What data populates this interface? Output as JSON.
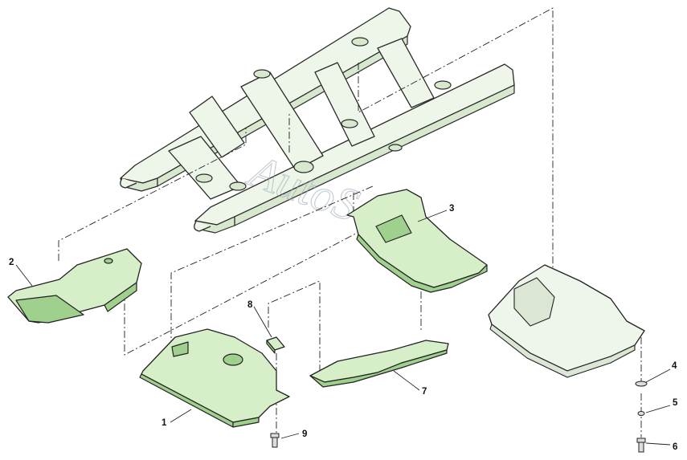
{
  "watermark": "AutoSoft",
  "callouts": [
    {
      "id": "1",
      "label": "1"
    },
    {
      "id": "2",
      "label": "2"
    },
    {
      "id": "3",
      "label": "3"
    },
    {
      "id": "4",
      "label": "4"
    },
    {
      "id": "5",
      "label": "5"
    },
    {
      "id": "6",
      "label": "6"
    },
    {
      "id": "7",
      "label": "7"
    },
    {
      "id": "8",
      "label": "8"
    },
    {
      "id": "9",
      "label": "9"
    }
  ],
  "colors": {
    "shield_fill": "#d6efc9",
    "shield_shadow": "#9fd08d",
    "frame_fill": "#edf6e8",
    "line": "#222222"
  }
}
